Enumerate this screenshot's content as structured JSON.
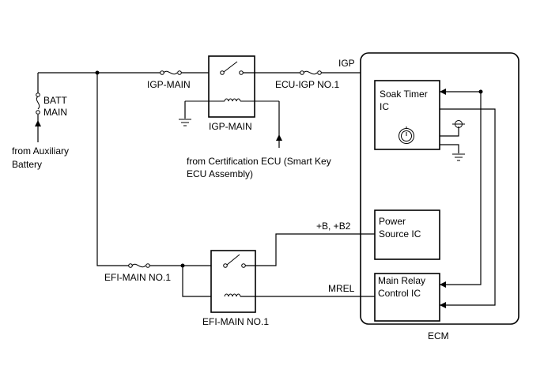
{
  "labels": {
    "batt_main_1": "BATT",
    "batt_main_2": "MAIN",
    "from_aux_1": "from Auxiliary",
    "from_aux_2": "Battery",
    "igp_main_fuse": "IGP-MAIN",
    "igp_main_relay": "IGP-MAIN",
    "ecu_igp_fuse": "ECU-IGP NO.1",
    "igp_signal": "IGP",
    "cert_ecu_1": "from Certification ECU (Smart Key",
    "cert_ecu_2": "ECU Assembly)",
    "soak_timer_1": "Soak Timer",
    "soak_timer_2": "IC",
    "power_source_1": "Power",
    "power_source_2": "Source IC",
    "main_relay_ic_1": "Main Relay",
    "main_relay_ic_2": "Control IC",
    "b_b2": "+B, +B2",
    "mrel": "MREL",
    "efi_main_fuse": "EFI-MAIN NO.1",
    "efi_main_relay": "EFI-MAIN NO.1",
    "ecm": "ECM"
  }
}
